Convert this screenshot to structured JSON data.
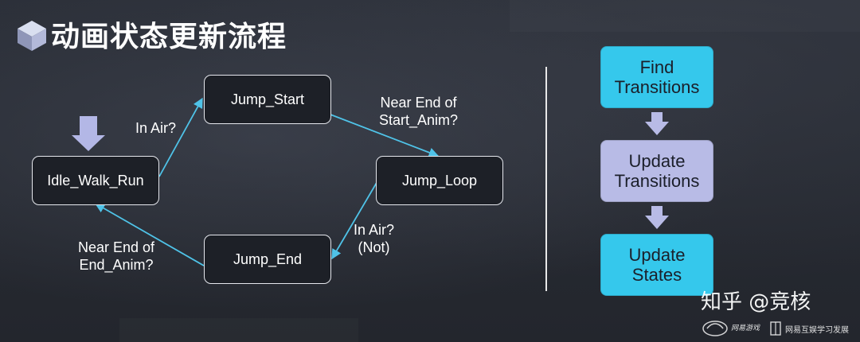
{
  "title": "动画状态更新流程",
  "state_machine": {
    "nodes": {
      "idle": "Idle_Walk_Run",
      "jump_start": "Jump_Start",
      "jump_loop": "Jump_Loop",
      "jump_end": "Jump_End"
    },
    "edges": {
      "idle_to_start": "In Air?",
      "start_to_loop": "Near End of\nStart_Anim?",
      "loop_to_end": "In Air?\n(Not)",
      "end_to_idle": "Near End of\nEnd_Anim?"
    },
    "arrow_color": "#4fc3e8"
  },
  "pipeline": {
    "steps": [
      {
        "label": "Find\nTransitions",
        "color": "#35c8ec"
      },
      {
        "label": "Update\nTransitions",
        "color": "#b8bbe6"
      },
      {
        "label": "Update\nStates",
        "color": "#35c8ec"
      }
    ],
    "arrow_color": "#b8bbe6"
  },
  "watermark": {
    "zhihu": "知乎 @竞核",
    "netease_games": "网易游戏",
    "netease_study": "网易互娱学习发展"
  }
}
